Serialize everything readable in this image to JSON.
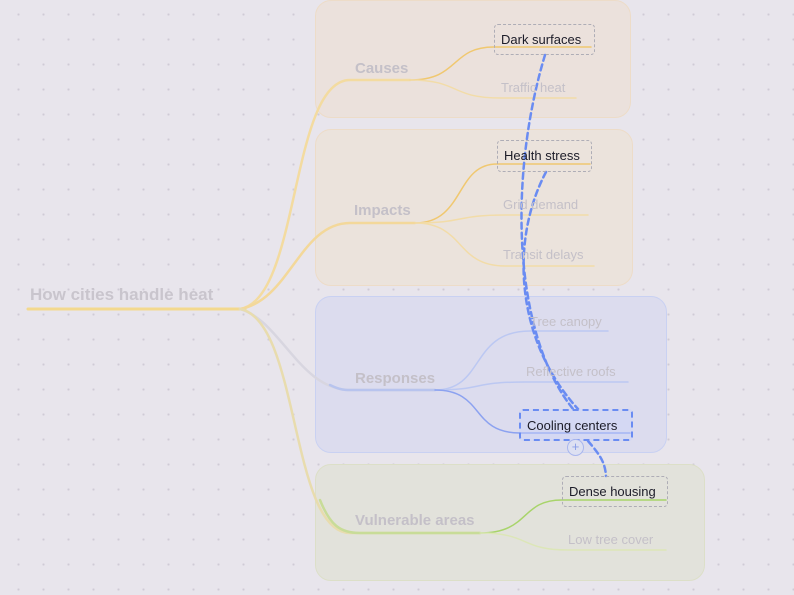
{
  "root": {
    "label": "How cities handle heat",
    "color": "#f3d98e"
  },
  "branches": [
    {
      "label": "Causes",
      "color": "#f0c870",
      "children": [
        {
          "label": "Dark surfaces",
          "selected": true
        },
        {
          "label": "Traffic heat"
        }
      ]
    },
    {
      "label": "Impacts",
      "color": "#f0c870",
      "children": [
        {
          "label": "Health stress",
          "selected": true
        },
        {
          "label": "Grid demand"
        },
        {
          "label": "Transit delays"
        }
      ]
    },
    {
      "label": "Responses",
      "color": "#a8b8f4",
      "children": [
        {
          "label": "Tree canopy"
        },
        {
          "label": "Reflective roofs"
        },
        {
          "label": "Cooling centers",
          "selected": true,
          "active": true
        }
      ]
    },
    {
      "label": "Vulnerable areas",
      "color": "#b4d47a",
      "children": [
        {
          "label": "Dense housing",
          "selected": true
        },
        {
          "label": "Low tree cover"
        }
      ]
    }
  ],
  "connector_color": "#6a8cf2",
  "add_button": "+"
}
